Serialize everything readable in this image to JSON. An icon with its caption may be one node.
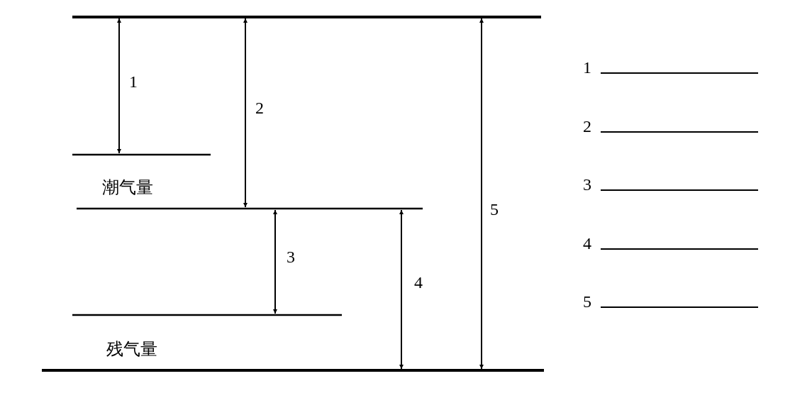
{
  "diagram": {
    "labels": [
      "1",
      "2",
      "潮气量",
      "5",
      "3",
      "4",
      "残气量",
      "1",
      "2",
      "3",
      "4",
      "5"
    ]
  }
}
